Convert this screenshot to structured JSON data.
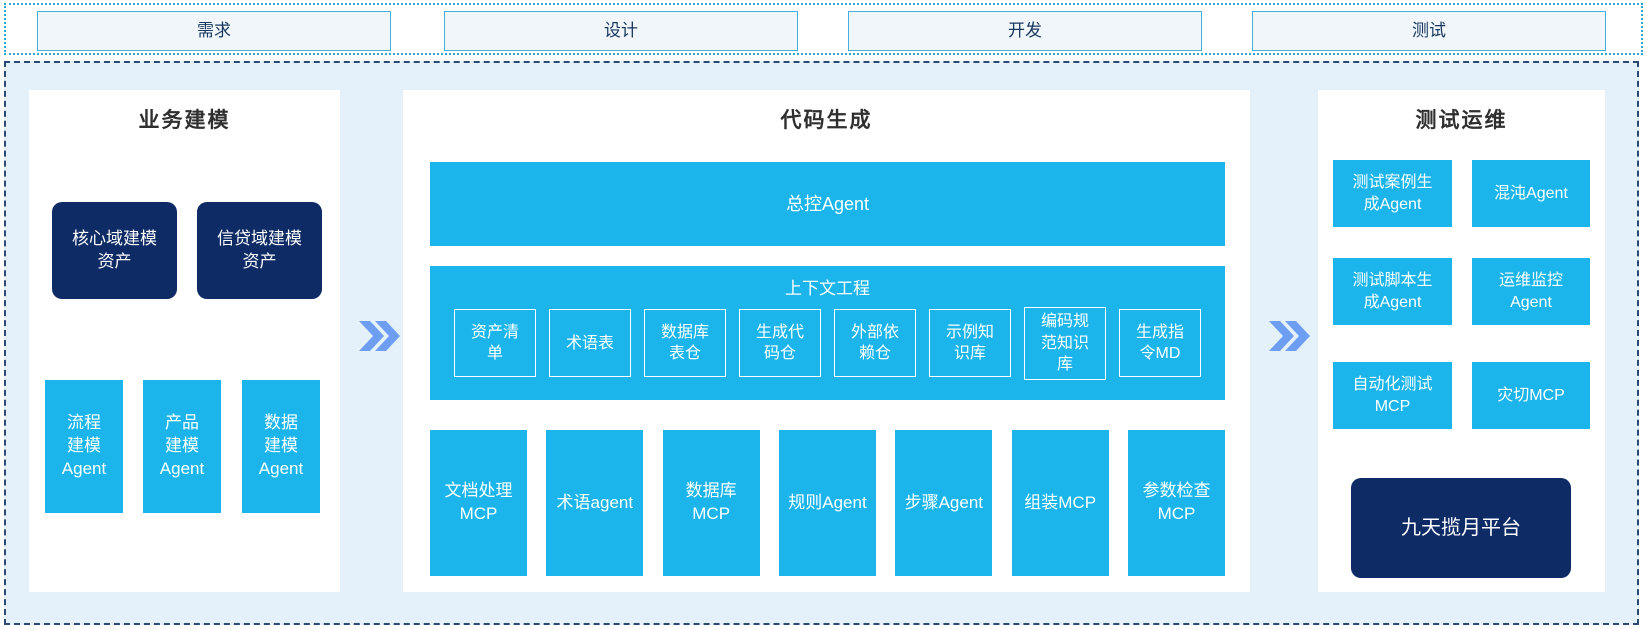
{
  "phases": [
    {
      "label": "需求"
    },
    {
      "label": "设计"
    },
    {
      "label": "开发"
    },
    {
      "label": "测试"
    }
  ],
  "colors": {
    "cyan": "#1bb5ec",
    "navy": "#0e2b66",
    "chevron": "#6d9ef2",
    "area_bg": "#e4f1fb",
    "dashed_border": "#2b4a73",
    "dotted_border": "#2aa9cf",
    "phase_bg": "#f0f6fa",
    "phase_border": "#45b0d9"
  },
  "panels": {
    "business": {
      "title": "业务建模",
      "assets": [
        "核心域建模\n资产",
        "信贷域建模\n资产"
      ],
      "agents": [
        "流程\n建模\nAgent",
        "产品\n建模\nAgent",
        "数据\n建模\nAgent"
      ]
    },
    "codegen": {
      "title": "代码生成",
      "master": "总控Agent",
      "context": {
        "title": "上下文工程",
        "items": [
          "资产清\n单",
          "术语表",
          "数据库\n表仓",
          "生成代\n码仓",
          "外部依\n赖仓",
          "示例知\n识库",
          "编码规\n范知识\n库",
          "生成指\n令MD"
        ]
      },
      "tools": [
        "文档处理\nMCP",
        "术语agent",
        "数据库\nMCP",
        "规则Agent",
        "步骤Agent",
        "组装MCP",
        "参数检查\nMCP"
      ]
    },
    "testops": {
      "title": "测试运维",
      "items": [
        "测试案例生\n成Agent",
        "混沌Agent",
        "测试脚本生\n成Agent",
        "运维监控\nAgent",
        "自动化测试\nMCP",
        "灾切MCP"
      ],
      "platform": "九天揽月平台"
    }
  }
}
